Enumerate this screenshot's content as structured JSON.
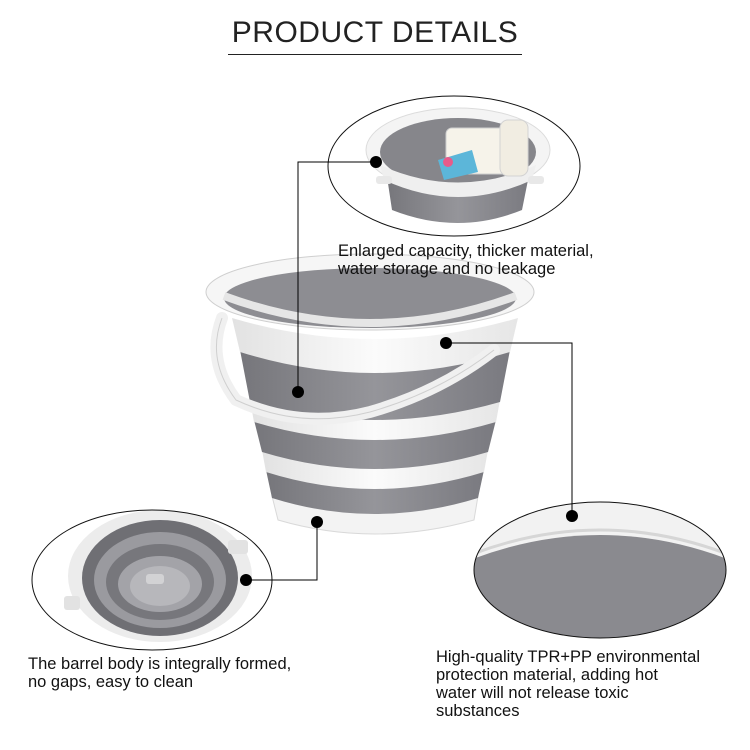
{
  "title": "PRODUCT DETAILS",
  "callouts": {
    "top": {
      "lines": [
        "Enlarged capacity, thicker material,",
        "water storage and no leakage"
      ]
    },
    "bottom_left": {
      "lines": [
        "The barrel body is integrally formed,",
        "no gaps, easy to clean"
      ]
    },
    "bottom_right": {
      "lines": [
        "High-quality TPR+PP environmental",
        "protection material, adding hot",
        "water will not release toxic",
        "substances"
      ]
    }
  },
  "colors": {
    "bucket_gray": "#8a8a8f",
    "bucket_white": "#f1f1f1",
    "line": "#000000"
  }
}
